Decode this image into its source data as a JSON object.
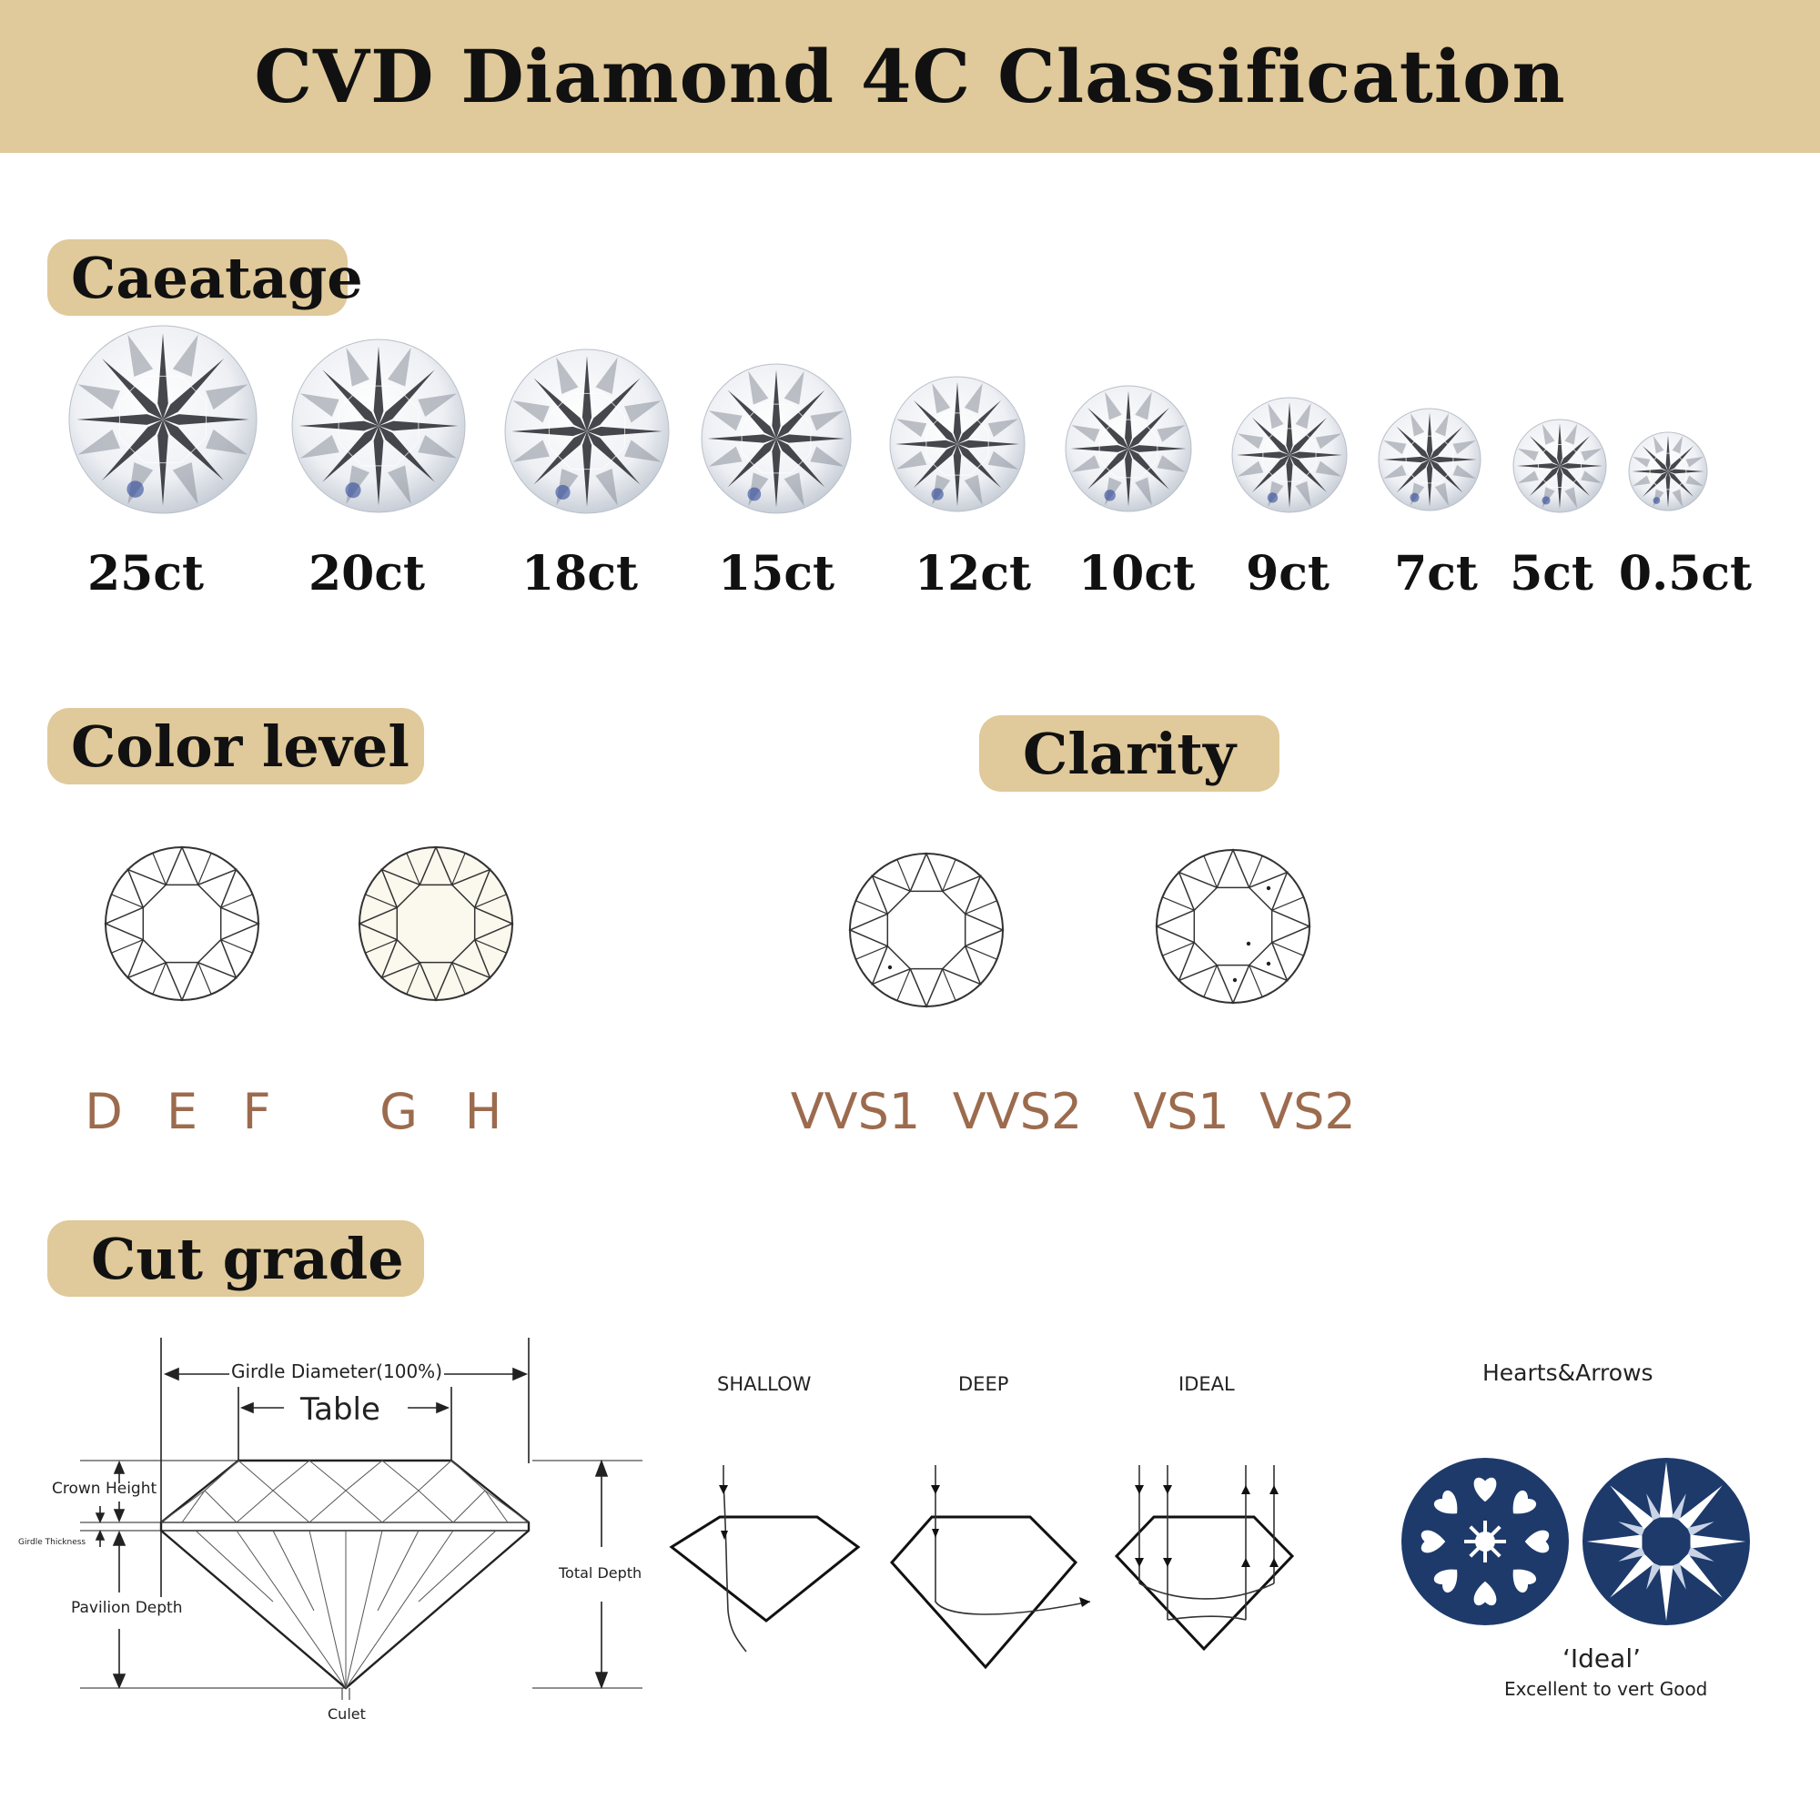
{
  "title": "CVD Diamond 4C Classification",
  "sections": {
    "carat": "Caeatage",
    "color": "Color level",
    "clarity": "Clarity",
    "cut": "Cut grade"
  },
  "carats": [
    "25ct",
    "20ct",
    "18ct",
    "15ct",
    "12ct",
    "10ct",
    "9ct",
    "7ct",
    "5ct",
    "0.5ct"
  ],
  "color_grades": [
    "D",
    "E",
    "F",
    "G",
    "H"
  ],
  "clarity_grades": [
    "VVS1",
    "VVS2",
    "VS1",
    "VS2"
  ],
  "cut_diagram": {
    "girdle_diameter": "Girdle Diameter(100%)",
    "table": "Table",
    "crown_height": "Crown Height",
    "girdle_thickness": "Girdle Thickness",
    "pavilion_depth": "Pavilion Depth",
    "total_depth": "Total Depth",
    "culet": "Culet"
  },
  "light_paths": [
    "SHALLOW",
    "DEEP",
    "IDEAL"
  ],
  "hearts_arrows": {
    "title": "Hearts&Arrows",
    "grade": "‘Ideal’",
    "description": "Excellent to vert Good"
  },
  "colors": {
    "banner": "#e0c99a",
    "grade_text": "#9c6b4e",
    "hearts_arrows_blue": "#1d3a6b"
  }
}
